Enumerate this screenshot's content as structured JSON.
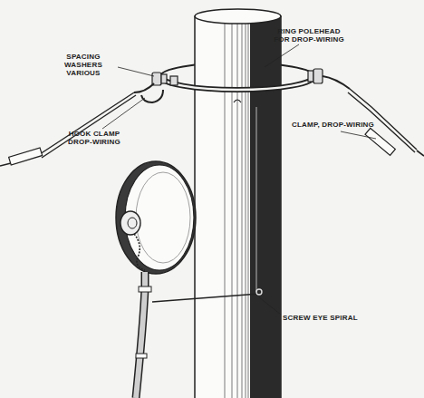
{
  "diagram": {
    "labels": [
      "SPACING WASHERS VARIOUS",
      "RING POLEHEAD FOR DROP-WIRING",
      "HOOK CLAMP DROP-WIRING",
      "CLAMP, DROP-WIRING",
      "SCREW EYE SPIRAL"
    ]
  }
}
